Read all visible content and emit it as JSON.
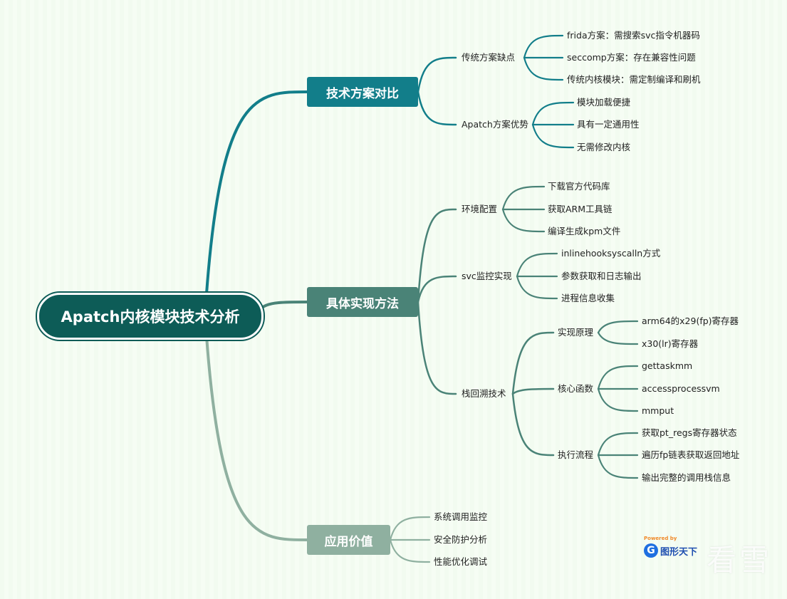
{
  "root": "Apatch内核模块技术分析",
  "branches": [
    {
      "label": "技术方案对比",
      "color": "#127e8a",
      "children": [
        {
          "label": "传统方案缺点",
          "children": [
            "frida方案：需搜索svc指令机器码",
            "seccomp方案：存在兼容性问题",
            "传统内核模块：需定制编译和刷机"
          ]
        },
        {
          "label": "Apatch方案优势",
          "children": [
            "模块加载便捷",
            "具有一定通用性",
            "无需修改内核"
          ]
        }
      ]
    },
    {
      "label": "具体实现方法",
      "color": "#4a8377",
      "children": [
        {
          "label": "环境配置",
          "children": [
            "下载官方代码库",
            "获取ARM工具链",
            "编译生成kpm文件"
          ]
        },
        {
          "label": "svc监控实现",
          "children": [
            "inlinehooksyscalln方式",
            "参数获取和日志输出",
            "进程信息收集"
          ]
        },
        {
          "label": "栈回溯技术",
          "children": [
            {
              "label": "实现原理",
              "children": [
                "arm64的x29(fp)寄存器",
                "x30(lr)寄存器"
              ]
            },
            {
              "label": "核心函数",
              "children": [
                "gettaskmm",
                "accessprocessvm",
                "mmput"
              ]
            },
            {
              "label": "执行流程",
              "children": [
                "获取pt_regs寄存器状态",
                "遍历fp链表获取返回地址",
                "输出完整的调用栈信息"
              ]
            }
          ]
        }
      ]
    },
    {
      "label": "应用价值",
      "color": "#8fb0a0",
      "children": [
        "系统调用监控",
        "安全防护分析",
        "性能优化调试"
      ]
    }
  ],
  "watermark": {
    "powered_by": "Powered by",
    "brand": "图形天下",
    "logo_letter": "G",
    "site": "看雪"
  }
}
